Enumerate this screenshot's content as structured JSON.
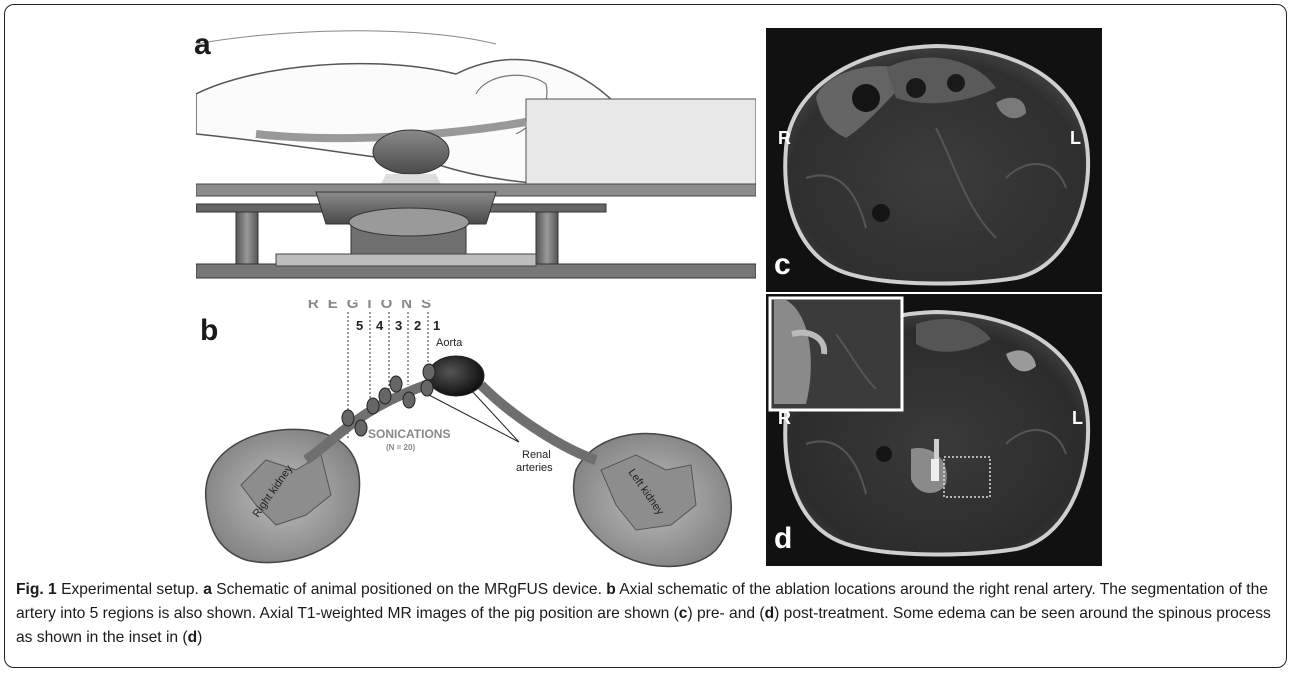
{
  "panels": {
    "a": {
      "letter": "a"
    },
    "b": {
      "letter": "b",
      "regions_label": "REGIONS",
      "region_numbers": [
        "5",
        "4",
        "3",
        "2",
        "1"
      ],
      "aorta": "Aorta",
      "sonications": "SONICATIONS",
      "sonications_n": "(N = 20)",
      "renal_arteries_1": "Renal",
      "renal_arteries_2": "arteries",
      "right_kidney": "Right kidney",
      "left_kidney": "Left kidney"
    },
    "c": {
      "letter": "c",
      "right": "R",
      "left": "L"
    },
    "d": {
      "letter": "d",
      "right": "R",
      "left": "L"
    }
  },
  "caption": {
    "fig": "Fig. 1",
    "t1": " Experimental setup. ",
    "a": "a",
    "t2": " Schematic of animal positioned on the MRgFUS device. ",
    "b": "b",
    "t3": " Axial schematic of the ablation locations around the right renal artery. The segmentation of the artery into 5 regions is also shown. Axial T1-weighted MR images of the pig position are shown (",
    "c": "c",
    "t4": ") pre- and (",
    "d": "d",
    "t5": ") post-treatment. Some edema can be seen around the spinous process as shown in the inset in (",
    "d2": "d",
    "t6": ")"
  }
}
